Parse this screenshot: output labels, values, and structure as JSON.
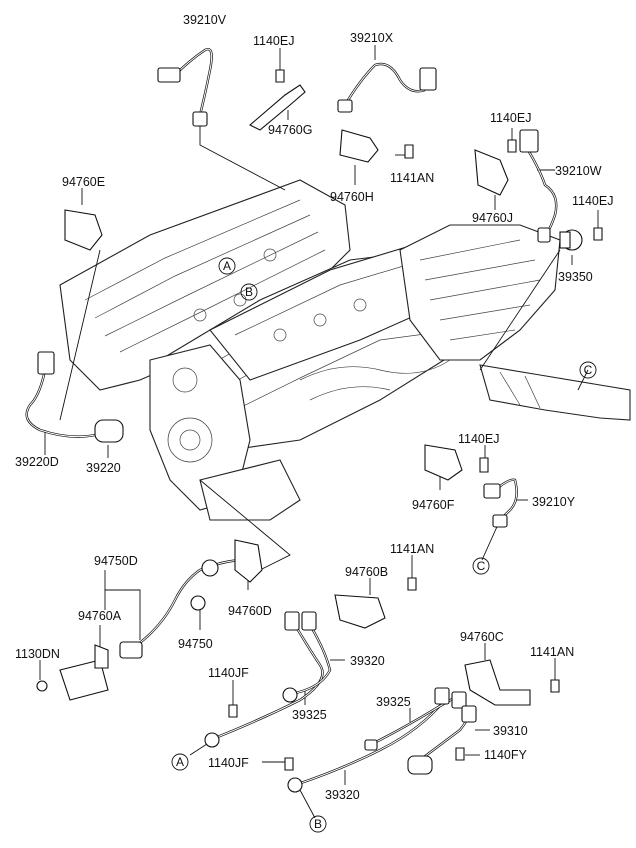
{
  "diagram": {
    "part_labels": [
      {
        "id": "39210V",
        "text": "39210V"
      },
      {
        "id": "1140EJ-a",
        "text": "1140EJ"
      },
      {
        "id": "94760G",
        "text": "94760G"
      },
      {
        "id": "39210X",
        "text": "39210X"
      },
      {
        "id": "1140EJ-b",
        "text": "1140EJ"
      },
      {
        "id": "39210W",
        "text": "39210W"
      },
      {
        "id": "1141AN-a",
        "text": "1141AN"
      },
      {
        "id": "94760H",
        "text": "94760H"
      },
      {
        "id": "94760J",
        "text": "94760J"
      },
      {
        "id": "1140EJ-c",
        "text": "1140EJ"
      },
      {
        "id": "94760E",
        "text": "94760E"
      },
      {
        "id": "39350",
        "text": "39350"
      },
      {
        "id": "39220D",
        "text": "39220D"
      },
      {
        "id": "39220",
        "text": "39220"
      },
      {
        "id": "1140EJ-d",
        "text": "1140EJ"
      },
      {
        "id": "94760F",
        "text": "94760F"
      },
      {
        "id": "39210Y",
        "text": "39210Y"
      },
      {
        "id": "94750D",
        "text": "94750D"
      },
      {
        "id": "1141AN-b",
        "text": "1141AN"
      },
      {
        "id": "94760B",
        "text": "94760B"
      },
      {
        "id": "94760A",
        "text": "94760A"
      },
      {
        "id": "94760D",
        "text": "94760D"
      },
      {
        "id": "94750",
        "text": "94750"
      },
      {
        "id": "1130DN",
        "text": "1130DN"
      },
      {
        "id": "39320-a",
        "text": "39320"
      },
      {
        "id": "94760C",
        "text": "94760C"
      },
      {
        "id": "1141AN-c",
        "text": "1141AN"
      },
      {
        "id": "1140JF-a",
        "text": "1140JF"
      },
      {
        "id": "39325-a",
        "text": "39325"
      },
      {
        "id": "39325-b",
        "text": "39325"
      },
      {
        "id": "39310",
        "text": "39310"
      },
      {
        "id": "1140FY",
        "text": "1140FY"
      },
      {
        "id": "1140JF-b",
        "text": "1140JF"
      },
      {
        "id": "39320-b",
        "text": "39320"
      }
    ],
    "reference_markers": [
      {
        "id": "A-engine",
        "text": "A"
      },
      {
        "id": "B-engine",
        "text": "B"
      },
      {
        "id": "C-exhaust",
        "text": "C"
      },
      {
        "id": "C-sensor",
        "text": "C"
      },
      {
        "id": "A-harness",
        "text": "A"
      },
      {
        "id": "B-harness",
        "text": "B"
      }
    ]
  }
}
